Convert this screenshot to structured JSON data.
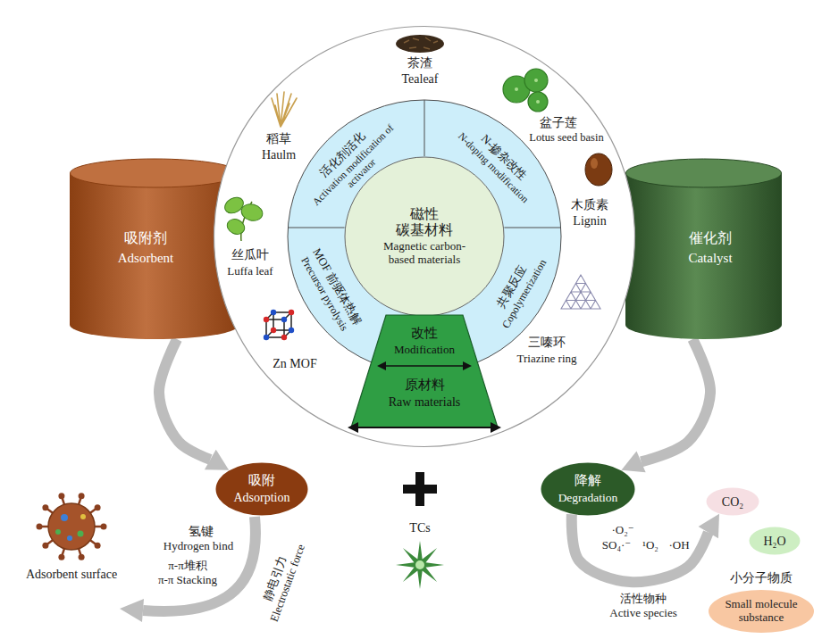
{
  "diagram": {
    "nodes": [
      {
        "text": [
          "吸附剂",
          "Adsorbent"
        ]
      },
      {
        "text": [
          "茶渣",
          "Tealeaf",
          "盆子莲",
          "Lotus seed basin",
          "木质素",
          "Lignin",
          "三嗪环",
          "Triazine ring",
          "Zn MOF",
          "丝瓜叶",
          "Luffa leaf",
          "稻草",
          "Haulm"
        ]
      },
      {
        "text": [
          "活化剂活化",
          "Activation modification of activator"
        ],
        "in": 1
      },
      {
        "text": [
          "N-掺杂改性",
          "N-doping modification"
        ],
        "in": 1
      },
      {
        "text": [
          "磁性 碳基材料",
          "Magnetic carbon-based materials"
        ],
        "in": 1
      },
      {
        "text": [
          "MOF 前驱体热解",
          "Precursor pyrolysis"
        ],
        "in": 1
      },
      {
        "text": [
          "共聚反应",
          "Copolymerization"
        ],
        "in": 1
      },
      {
        "text": [
          "改性",
          "Modification",
          "原材料",
          "Raw materials"
        ],
        "in": 1
      },
      {
        "text": [
          "催化剂",
          "Catalyst"
        ]
      },
      {
        "text": [
          "吸附",
          "Adsorption"
        ]
      },
      {
        "text": [
          "降解",
          "Degradation"
        ]
      },
      {
        "text": [
          "CO₂"
        ]
      },
      {
        "text": [
          "H₂O"
        ]
      },
      {
        "text": [
          "小分子物质",
          "Small molecule substance"
        ]
      }
    ],
    "edges": [
      {
        "from": 0,
        "to": 9,
        "arrow": "to"
      },
      {
        "from": 8,
        "to": 10,
        "arrow": "to"
      },
      {
        "from": 10,
        "to": 11,
        "arrow": "to"
      }
    ],
    "labels": [
      "Adsorbent surface",
      "氢键",
      "Hydrogen bind",
      "π-π堆积",
      "π-π Stacking",
      "静电引力",
      "Electrostatic force",
      "TCs",
      "·O₂⁻",
      "SO₄·⁻",
      "¹O₂",
      "·OH",
      "活性物种",
      "Active species"
    ]
  }
}
